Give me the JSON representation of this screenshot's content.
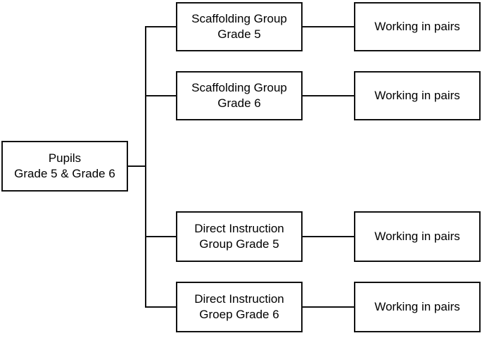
{
  "diagram": {
    "root": {
      "line1": "Pupils",
      "line2": "Grade 5 & Grade 6"
    },
    "groups": [
      {
        "line1": "Scaffolding Group",
        "line2": "Grade 5",
        "outcome": "Working in pairs"
      },
      {
        "line1": "Scaffolding Group",
        "line2": "Grade 6",
        "outcome": "Working in pairs"
      },
      {
        "line1": "Direct Instruction",
        "line2": "Group Grade 5",
        "outcome": "Working in pairs"
      },
      {
        "line1": "Direct Instruction",
        "line2": "Groep Grade 6",
        "outcome": "Working in pairs"
      }
    ],
    "colors": {
      "border": "#111111",
      "background": "#ffffff",
      "text": "#000000"
    }
  }
}
